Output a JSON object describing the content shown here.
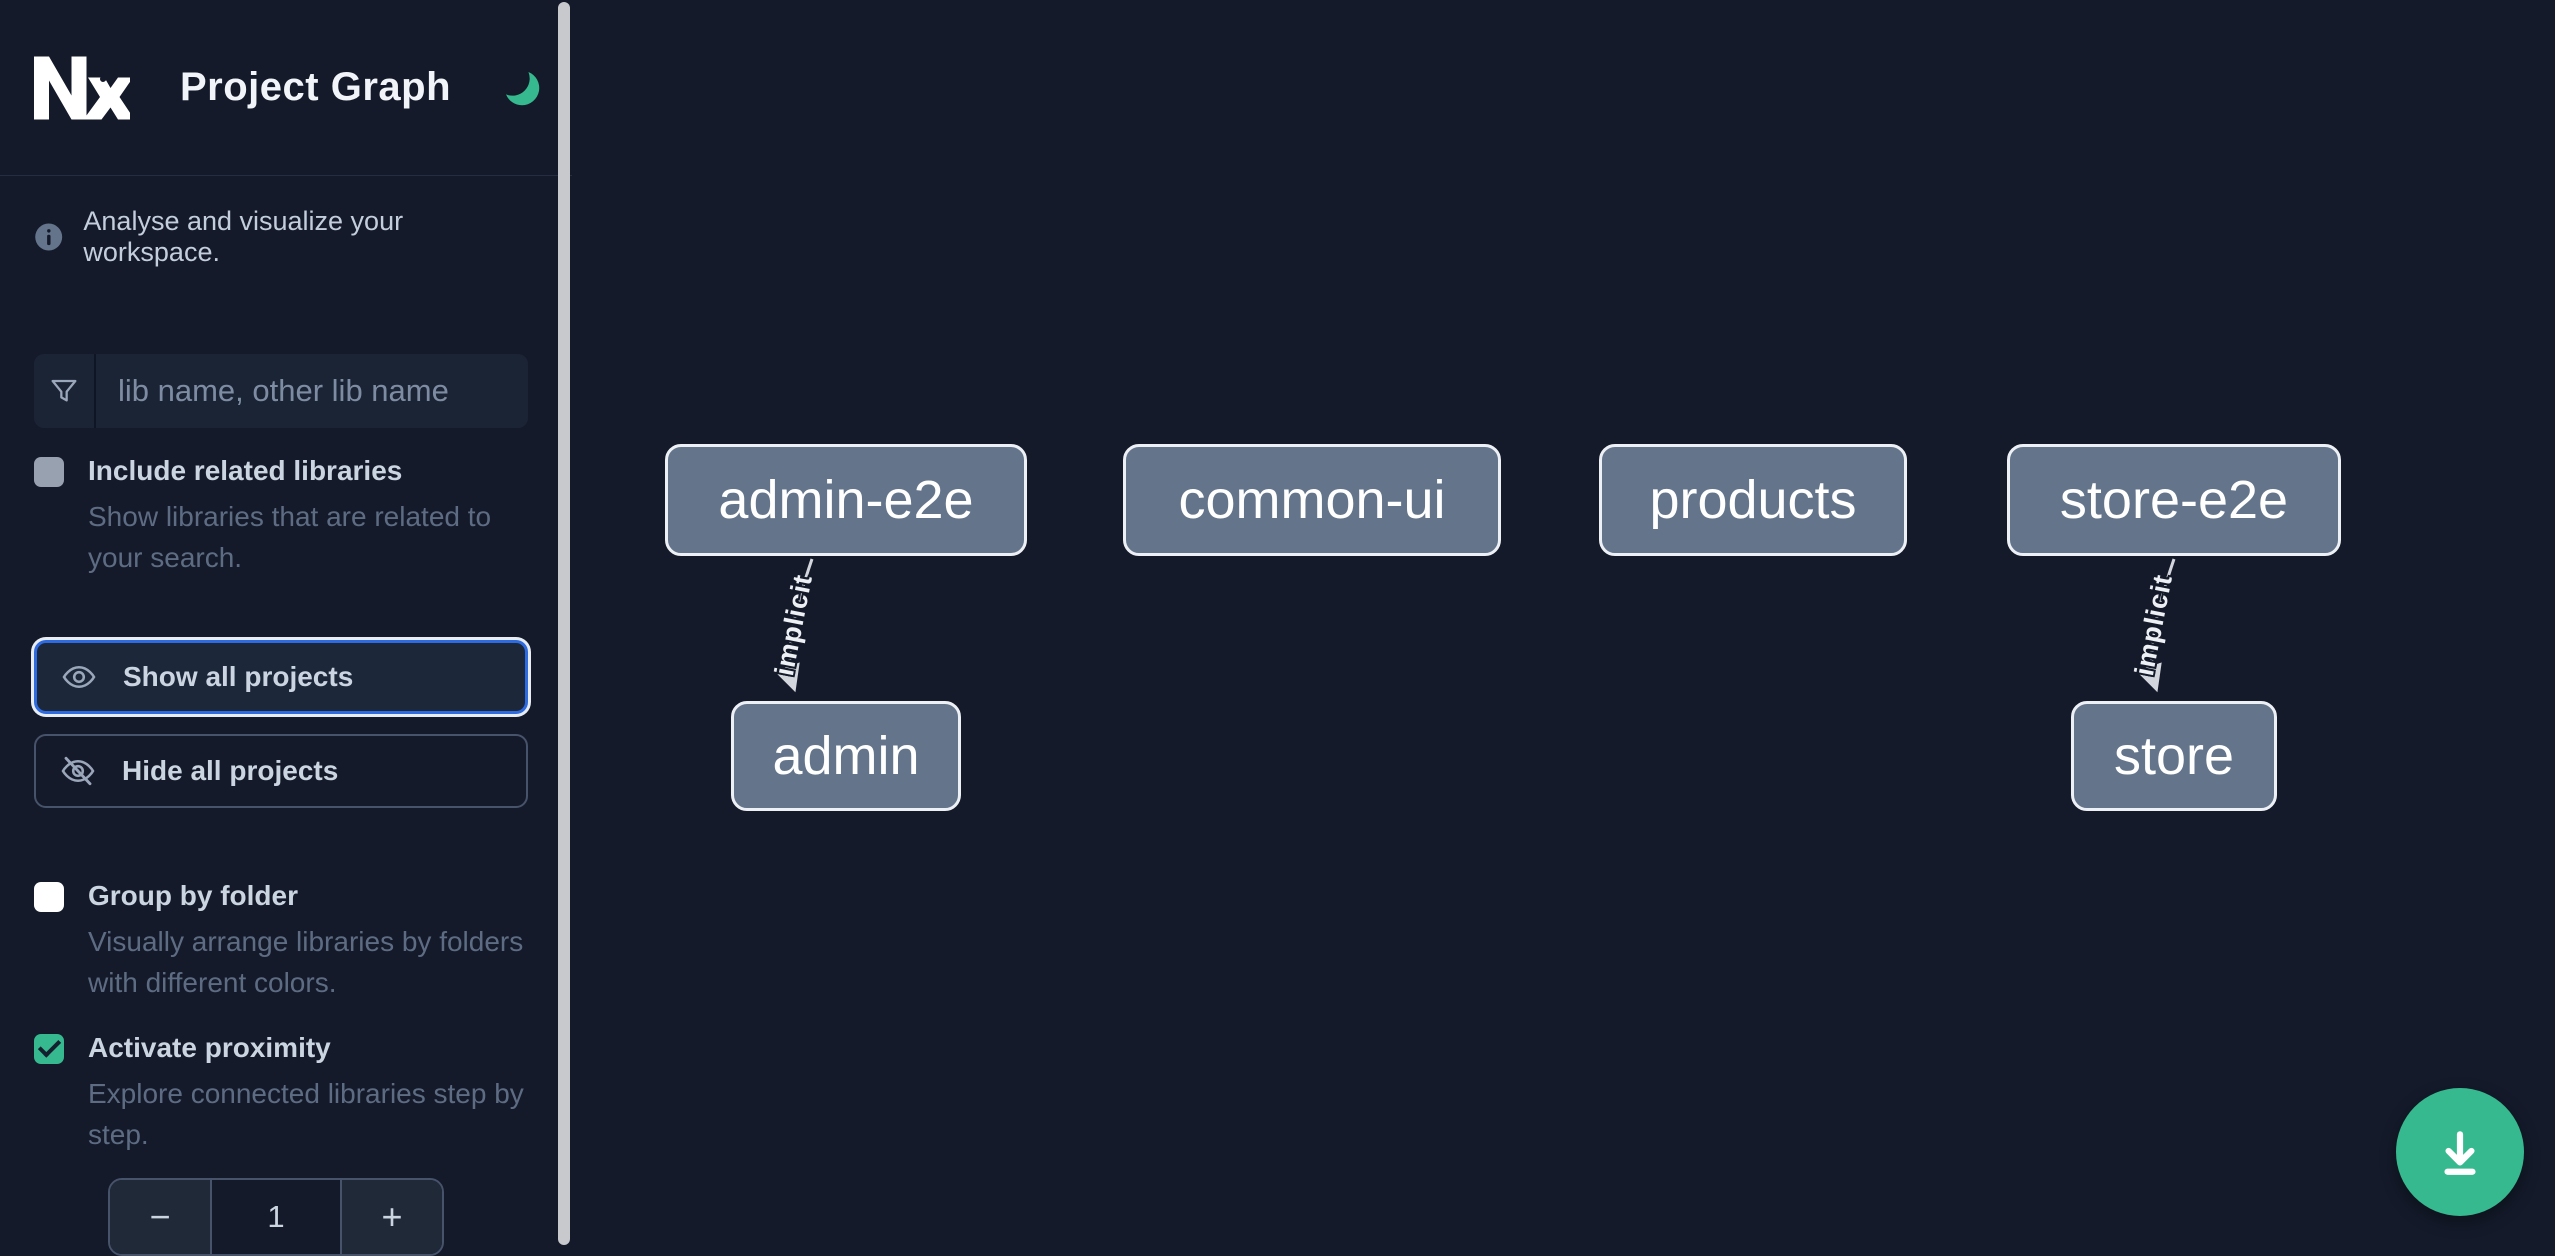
{
  "app": {
    "logo": "Nx",
    "title": "Project Graph",
    "accent_color": "#36b98e",
    "theme_icon": "moon-icon"
  },
  "sidebar": {
    "tagline": "Analyse and visualize your workspace.",
    "search": {
      "icon": "funnel-icon",
      "placeholder": "lib name, other lib name",
      "value": ""
    },
    "options": {
      "related": {
        "label": "Include related libraries",
        "description": "Show libraries that are related to your search.",
        "checked": false,
        "disabled": true
      },
      "group_by_folder": {
        "label": "Group by folder",
        "description": "Visually arrange libraries by folders with different colors.",
        "checked": false
      },
      "proximity": {
        "label": "Activate proximity",
        "description": "Explore connected libraries step by step.",
        "checked": true
      }
    },
    "buttons": {
      "show_all": {
        "label": "Show all projects",
        "icon": "eye-icon",
        "focused": true
      },
      "hide_all": {
        "label": "Hide all projects",
        "icon": "eye-slash-icon"
      }
    },
    "stepper": {
      "decrement_label": "−",
      "value": "1",
      "increment_label": "+"
    }
  },
  "graph": {
    "nodes": [
      {
        "label": "admin-e2e"
      },
      {
        "label": "common-ui"
      },
      {
        "label": "products"
      },
      {
        "label": "store-e2e"
      },
      {
        "label": "admin"
      },
      {
        "label": "store"
      }
    ],
    "edges": [
      {
        "from": "admin-e2e",
        "to": "admin",
        "label": "implicit"
      },
      {
        "from": "store-e2e",
        "to": "store",
        "label": "implicit"
      }
    ],
    "node_fill": "#64748b",
    "node_border": "#edf1f6"
  },
  "fab": {
    "icon": "download-icon",
    "color": "#36b98e"
  }
}
